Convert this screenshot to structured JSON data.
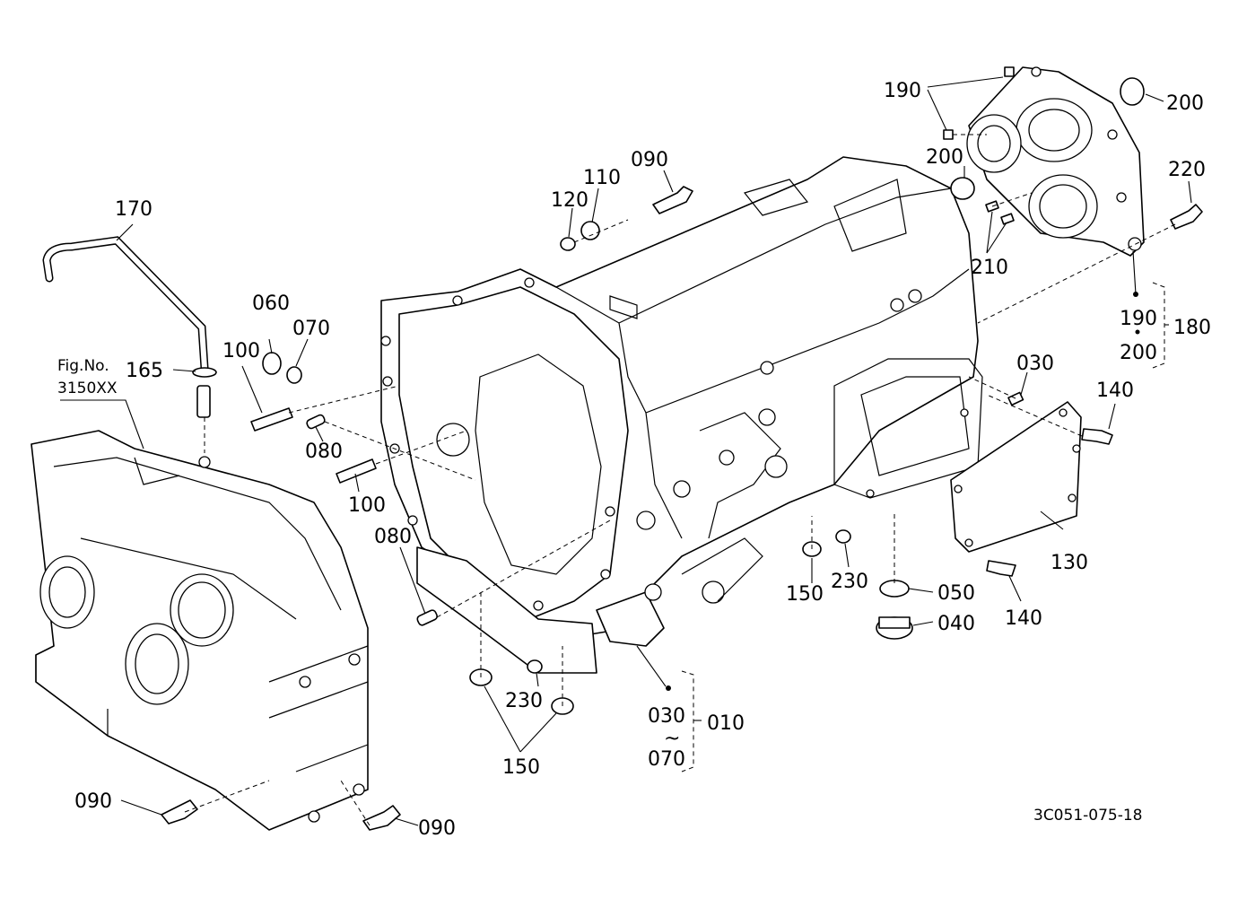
{
  "figure_ref": {
    "line1": "Fig.No.",
    "line2": "3150XX"
  },
  "drawing_number": "3C051-075-18",
  "callouts": {
    "c170": "170",
    "c165": "165",
    "c100a": "100",
    "c060": "060",
    "c070": "070",
    "c080a": "080",
    "c100b": "100",
    "c080b": "080",
    "c120": "120",
    "c110": "110",
    "c090a": "090",
    "c190a": "190",
    "c200a": "200",
    "c200b": "200",
    "c220": "220",
    "c210": "210",
    "c190b": "190",
    "c180": "180",
    "c200c": "200",
    "c030a": "030",
    "c140a": "140",
    "c130": "130",
    "c140b": "140",
    "c150a": "150",
    "c230a": "230",
    "c050": "050",
    "c040": "040",
    "c230b": "230",
    "c150b": "150",
    "c030b": "030",
    "tilde": "~",
    "c070b": "070",
    "c010": "010",
    "c090b": "090",
    "c090c": "090"
  }
}
